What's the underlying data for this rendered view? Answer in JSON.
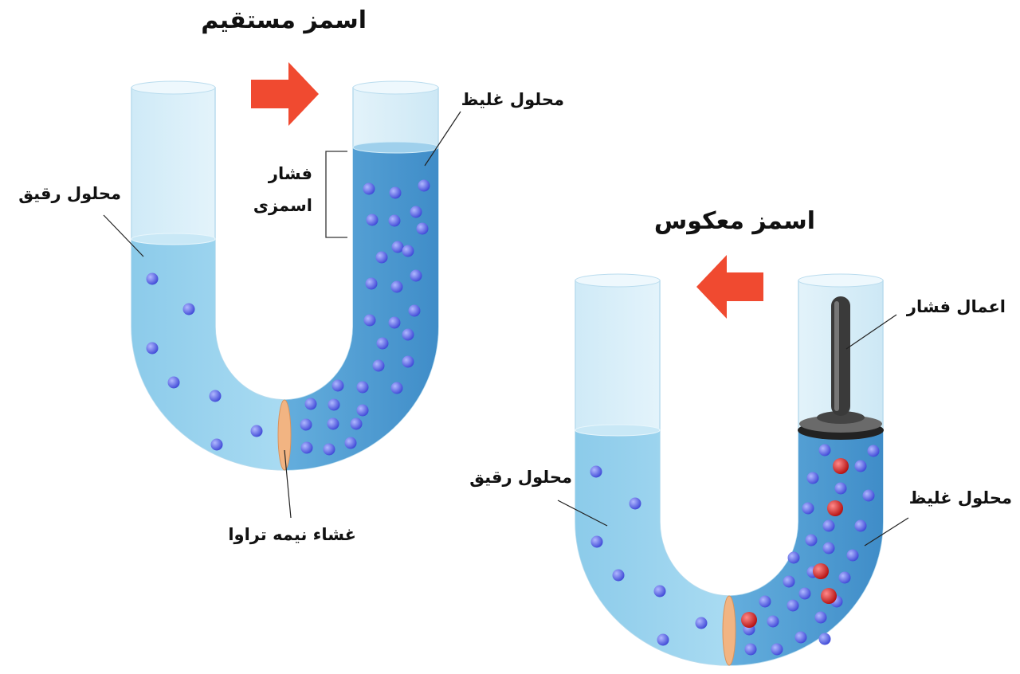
{
  "direct_osmosis": {
    "title": "اسمز مستقیم",
    "concentrated_label": "محلول غلیظ",
    "dilute_label": "محلول رقیق",
    "osmotic_pressure_line1": "فشار",
    "osmotic_pressure_line2": "اسمزی",
    "membrane_label": "غشاء نیمه تراوا"
  },
  "reverse_osmosis": {
    "title": "اسمز معکوس",
    "applied_pressure_label": "اعمال فشار",
    "dilute_label": "محلول رقیق",
    "concentrated_label": "محلول غلیظ"
  },
  "colors": {
    "arrow": "#f04a30",
    "water": "#7fc0e3",
    "water_dark": "#3e93cc",
    "solvent_particle": "#5560e0",
    "solute_particle": "#d01818",
    "membrane": "#f2b482"
  }
}
